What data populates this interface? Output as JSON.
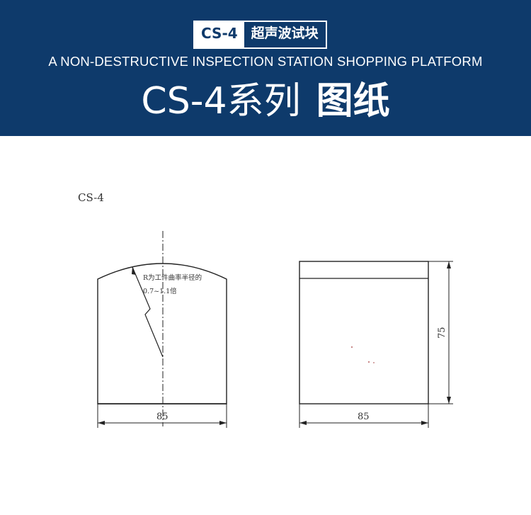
{
  "header": {
    "badge_code": "CS-4",
    "badge_name": "超声波试块",
    "subtitle": "A NON-DESTRUCTIVE INSPECTION STATION SHOPPING PLATFORM",
    "title_light": "CS-4系列",
    "title_bold": "图纸",
    "background_color": "#0e3a6b"
  },
  "drawing": {
    "label": "CS-4",
    "left_view": {
      "note_line1": "R为工件曲率半径的",
      "note_line2": "0.7~1.1倍",
      "width_dim": "85"
    },
    "right_view": {
      "width_dim": "85",
      "height_dim": "75"
    }
  }
}
